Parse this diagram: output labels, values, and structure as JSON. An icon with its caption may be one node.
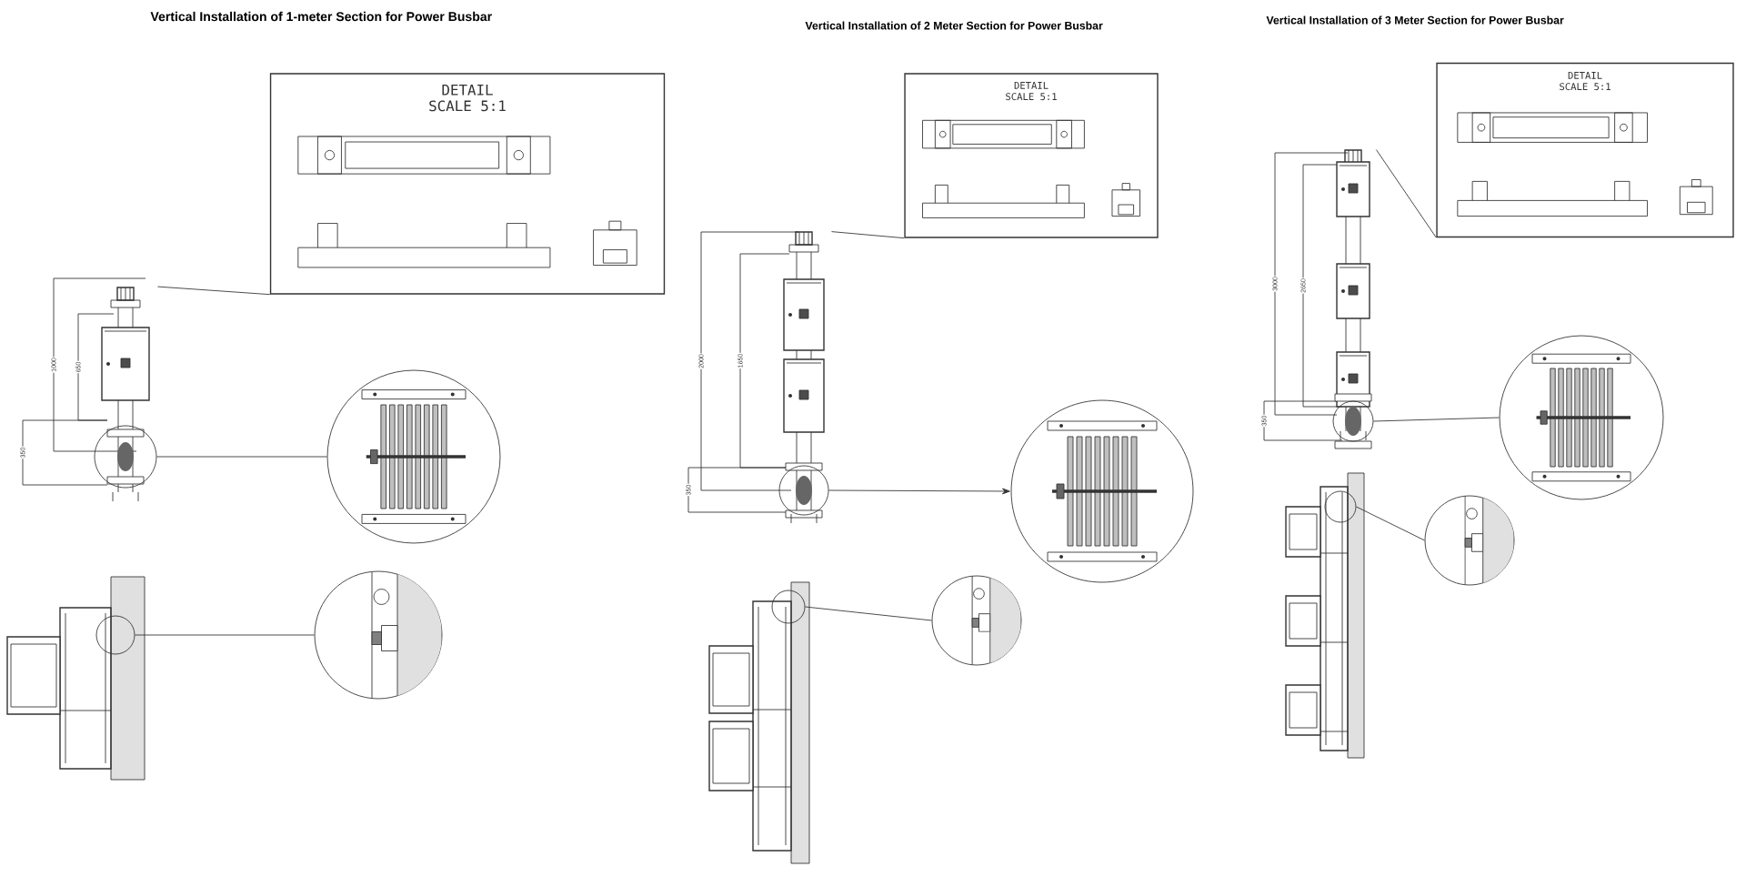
{
  "diagram": {
    "nodes": [
      {
        "text": [
          "DETAIL",
          "SCALE 5:1"
        ]
      },
      {
        "text": [],
        "shape": "picture"
      },
      {
        "text": [],
        "shape": "circle",
        "in": 1
      },
      {
        "text": [],
        "shape": "circle"
      },
      {
        "text": [],
        "shape": "picture"
      },
      {
        "text": [],
        "shape": "circle",
        "in": 4
      },
      {
        "text": [],
        "shape": "circle"
      },
      {
        "text": [
          "DETAIL",
          "SCALE 5:1"
        ]
      },
      {
        "text": [],
        "shape": "picture"
      },
      {
        "text": [],
        "shape": "circle",
        "in": 8
      },
      {
        "text": [],
        "shape": "circle"
      },
      {
        "text": [],
        "shape": "picture"
      },
      {
        "text": [],
        "shape": "circle",
        "in": 11
      },
      {
        "text": [],
        "shape": "circle"
      },
      {
        "text": [
          "DETAIL",
          "SCALE 5:1"
        ]
      },
      {
        "text": [],
        "shape": "picture"
      },
      {
        "text": [],
        "shape": "circle",
        "in": 15
      },
      {
        "text": [],
        "shape": "circle"
      },
      {
        "text": [],
        "shape": "picture"
      },
      {
        "text": [],
        "shape": "circle",
        "in": 18
      },
      {
        "text": [],
        "shape": "circle"
      }
    ],
    "edges": [
      {
        "from": 0,
        "to": 1,
        "arrow": "none"
      },
      {
        "from": 2,
        "to": 3,
        "arrow": "none"
      },
      {
        "from": 5,
        "to": 6,
        "arrow": "none"
      },
      {
        "from": 7,
        "to": 8,
        "arrow": "none"
      },
      {
        "from": 9,
        "to": 10,
        "arrow": "to"
      },
      {
        "from": 12,
        "to": 13,
        "arrow": "none"
      },
      {
        "from": 14,
        "to": 15,
        "arrow": "none"
      },
      {
        "from": 16,
        "to": 17,
        "arrow": "none"
      },
      {
        "from": 19,
        "to": 20,
        "arrow": "none"
      }
    ],
    "labels": [
      "Vertical Installation of 1-meter Section for Power Busbar",
      "1000",
      "650",
      "350",
      "Vertical Installation of 2 Meter Section for Power Busbar",
      "2000",
      "1650",
      "350",
      "Vertical Installation of 3 Meter Section for Power Busbar",
      "3000",
      "2650",
      "350"
    ]
  }
}
